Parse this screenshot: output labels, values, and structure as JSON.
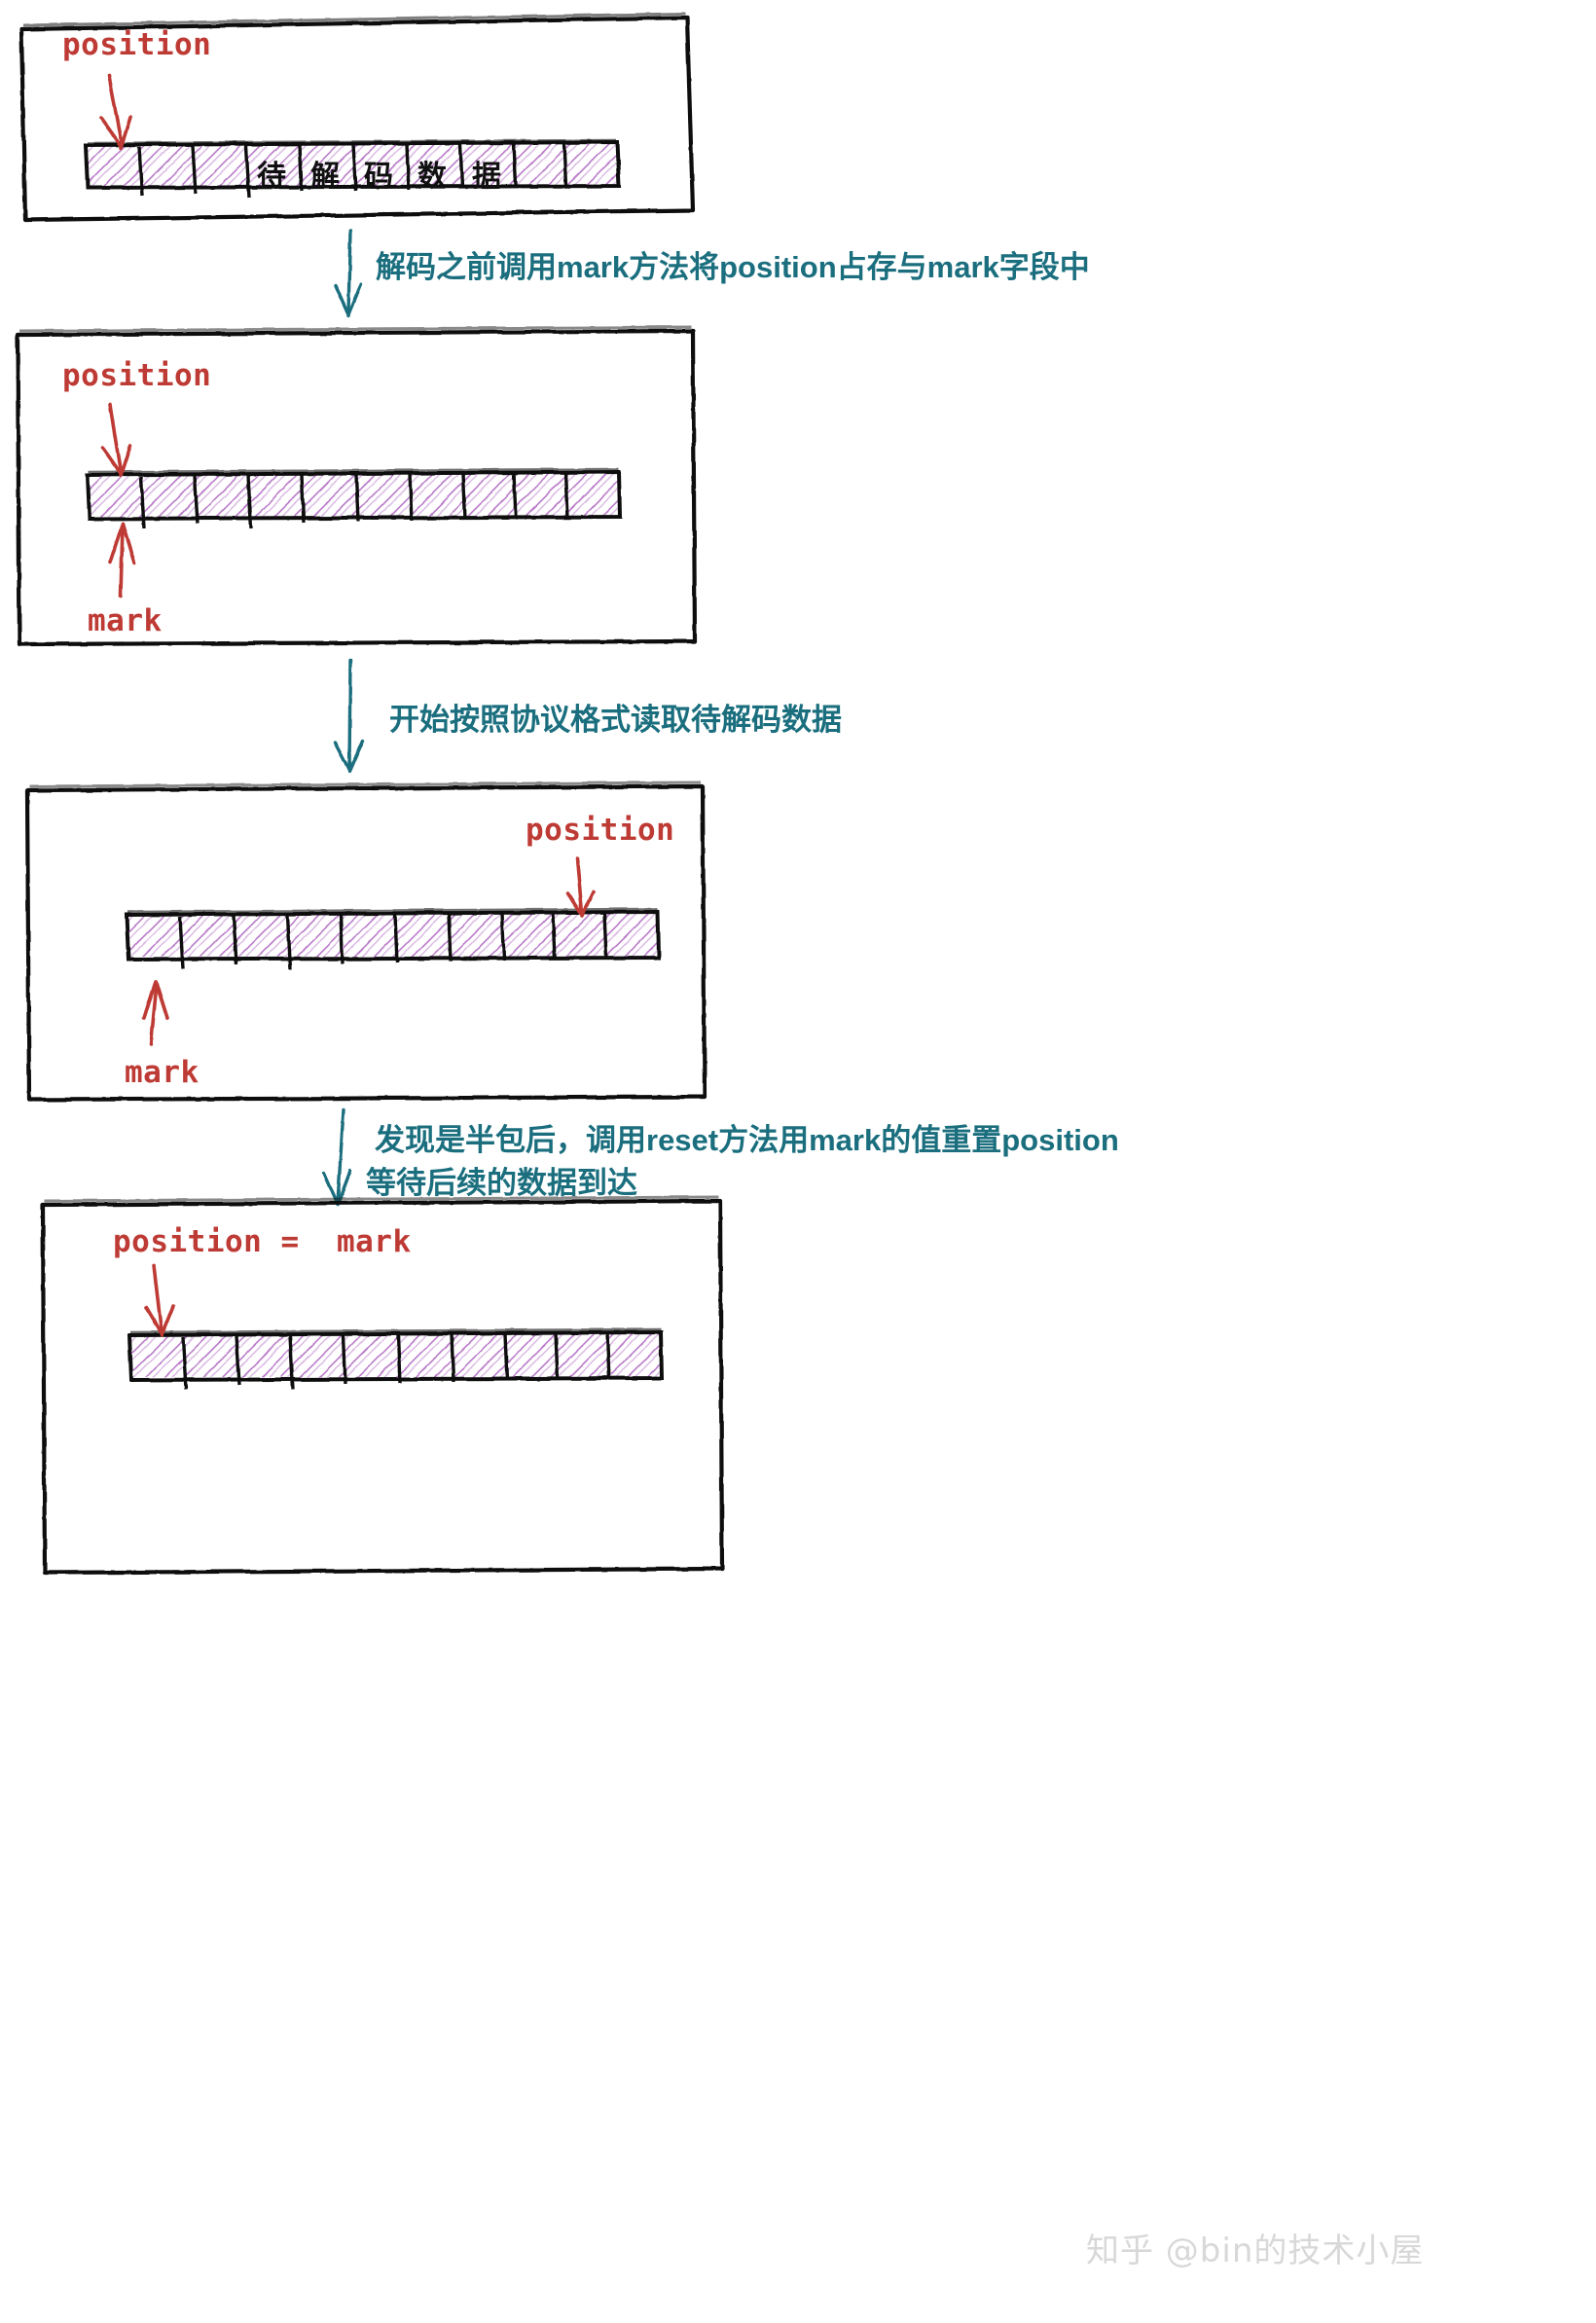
{
  "diagram": {
    "title": "ByteBuffer mark / reset 半包处理流程图",
    "colors": {
      "pointer_red": "#BE3A34",
      "connector_teal": "#1A6E7E",
      "buffer_hatch_purple": "#A554B8",
      "panel_border": "#111111",
      "watermark_gray": "#D8D8D8"
    },
    "panels": [
      {
        "id": "panel-1",
        "pointers": [
          {
            "name": "position",
            "label": "position",
            "direction": "down",
            "side": "top",
            "at_cell": 0
          }
        ],
        "buffer": {
          "cells": 10,
          "cell_texts": [
            "",
            "",
            "",
            "待",
            "解",
            "码",
            "数",
            "据",
            "",
            ""
          ],
          "hatched": true
        }
      },
      {
        "id": "panel-2",
        "pointers": [
          {
            "name": "position",
            "label": "position",
            "direction": "down",
            "side": "top",
            "at_cell": 0
          },
          {
            "name": "mark",
            "label": "mark",
            "direction": "up",
            "side": "bottom",
            "at_cell": 0
          }
        ],
        "buffer": {
          "cells": 10,
          "cell_texts": [
            "",
            "",
            "",
            "",
            "",
            "",
            "",
            "",
            "",
            ""
          ],
          "hatched": true
        }
      },
      {
        "id": "panel-3",
        "pointers": [
          {
            "name": "position",
            "label": "position",
            "direction": "down",
            "side": "top",
            "at_cell": 8
          },
          {
            "name": "mark",
            "label": "mark",
            "direction": "up",
            "side": "bottom",
            "at_cell": 0
          }
        ],
        "buffer": {
          "cells": 10,
          "cell_texts": [
            "",
            "",
            "",
            "",
            "",
            "",
            "",
            "",
            "",
            ""
          ],
          "hatched": true
        }
      },
      {
        "id": "panel-4",
        "pointers": [
          {
            "name": "position-equals-mark",
            "label": "position =  mark",
            "direction": "down",
            "side": "top",
            "at_cell": 0
          }
        ],
        "buffer": {
          "cells": 10,
          "cell_texts": [
            "",
            "",
            "",
            "",
            "",
            "",
            "",
            "",
            "",
            ""
          ],
          "hatched": true
        }
      }
    ],
    "connectors": [
      {
        "id": "connector-1",
        "from": "panel-1",
        "to": "panel-2",
        "lines": [
          "解码之前调用mark方法将position占存与mark字段中"
        ]
      },
      {
        "id": "connector-2",
        "from": "panel-2",
        "to": "panel-3",
        "lines": [
          "开始按照协议格式读取待解码数据"
        ]
      },
      {
        "id": "connector-3",
        "from": "panel-3",
        "to": "panel-4",
        "lines": [
          "发现是半包后，调用reset方法用mark的值重置position",
          "等待后续的数据到达"
        ]
      }
    ],
    "watermark": {
      "text": "知乎 @bin的技术小屋"
    }
  }
}
